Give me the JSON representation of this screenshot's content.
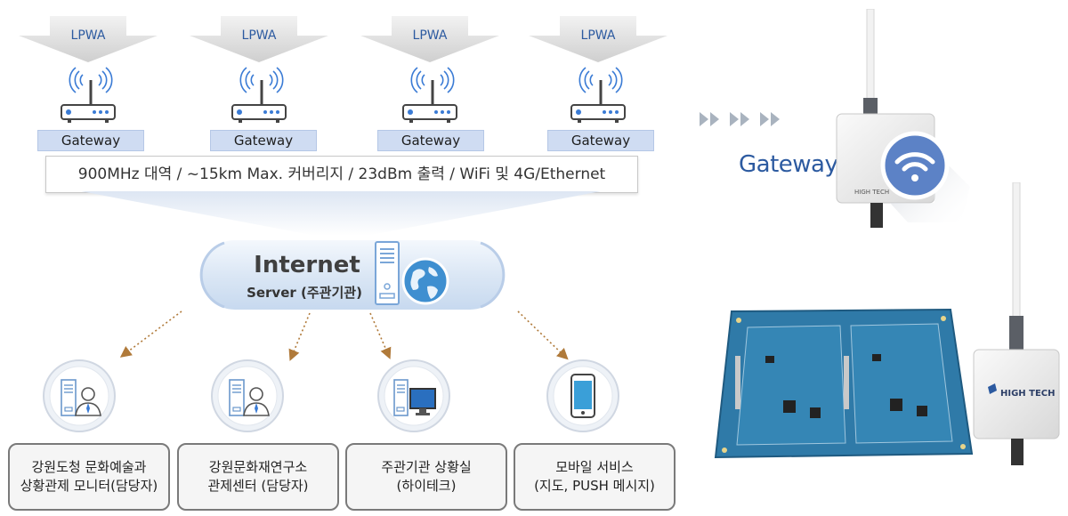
{
  "top_gateways": [
    {
      "lpwa": "LPWA",
      "label": "Gateway"
    },
    {
      "lpwa": "LPWA",
      "label": "Gateway"
    },
    {
      "lpwa": "LPWA",
      "label": "Gateway"
    },
    {
      "lpwa": "LPWA",
      "label": "Gateway"
    }
  ],
  "spec_bar": "900MHz 대역 / ~15km Max. 커버리지 / 23dBm 출력 / WiFi 및 4G/Ethernet",
  "internet": {
    "title": "Internet",
    "subtitle": "Server (주관기관)"
  },
  "clients": [
    {
      "line1": "강원도청 문화예술과",
      "line2": "상황관제 모니터(담당자)",
      "icon": "server-person-icon"
    },
    {
      "line1": "강원문화재연구소",
      "line2": "관제센터 (담당자)",
      "icon": "server-person-icon"
    },
    {
      "line1": "주관기관 상황실",
      "line2": "(하이테크)",
      "icon": "server-monitor-icon"
    },
    {
      "line1": "모바일 서비스",
      "line2": "(지도, PUSH 메시지)",
      "icon": "smartphone-icon"
    }
  ],
  "right_panel": {
    "gateway_label": "Gateway",
    "brand": "HIGH TECH"
  },
  "colors": {
    "accent_blue": "#2c5aa0",
    "gateway_label_bg": "#cfdcf2",
    "arrow_brown": "#b07a3a",
    "pcb_blue": "#2f7aa8"
  }
}
